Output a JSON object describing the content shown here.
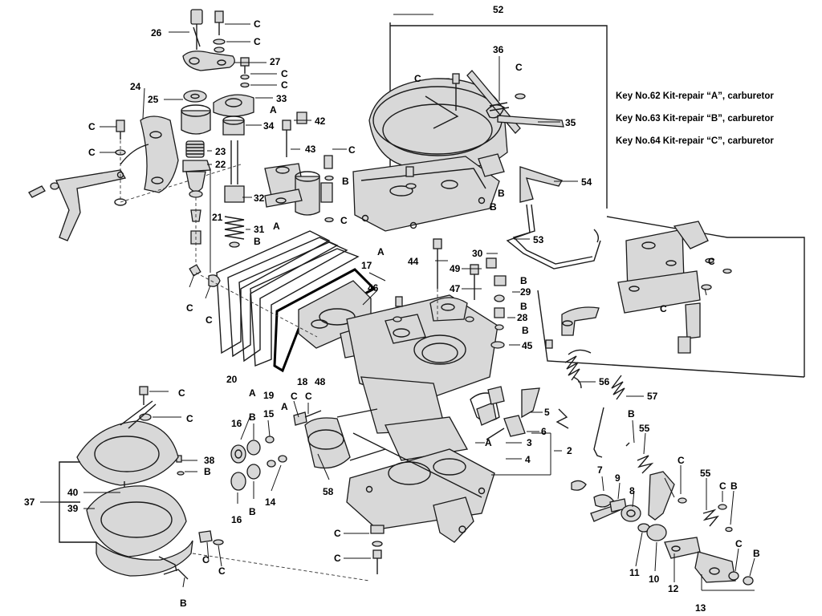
{
  "key_notes": [
    {
      "key_no": "62",
      "text": "Key No.62  Kit-repair “A”, carburetor"
    },
    {
      "key_no": "63",
      "text": "Key No.63  Kit-repair “B”, carburetor"
    },
    {
      "key_no": "64",
      "text": "Key No.64  Kit-repair “C”, carburetor"
    }
  ],
  "callouts": {
    "n52": "52",
    "n36": "36",
    "n35": "35",
    "n54": "54",
    "n53": "53",
    "n26": "26",
    "n27": "27",
    "n24": "24",
    "n25": "25",
    "n33": "33",
    "n34": "34",
    "n23": "23",
    "n22": "22",
    "n21": "21",
    "n31": "31",
    "n32": "32",
    "n42": "42",
    "n43": "43",
    "n44": "44",
    "n49": "49",
    "n47": "47",
    "n30": "30",
    "n29": "29",
    "n28": "28",
    "n45": "45",
    "n17": "17",
    "n46": "46",
    "n20": "20",
    "n19": "19",
    "n18": "18",
    "n48": "48",
    "n56": "56",
    "n57": "57",
    "n5": "5",
    "n6": "6",
    "n3": "3",
    "n4": "4",
    "n2": "2",
    "n16a": "16",
    "n15": "15",
    "n16b": "16",
    "n14": "14",
    "n58": "58",
    "n38": "38",
    "n40": "40",
    "n39": "39",
    "n37": "37",
    "n7": "7",
    "n9": "9",
    "n8": "8",
    "n11": "11",
    "n10": "10",
    "n12": "12",
    "n13": "13",
    "n55a": "55",
    "n55b": "55"
  },
  "letters": {
    "A": "A",
    "B": "B",
    "C": "C"
  }
}
